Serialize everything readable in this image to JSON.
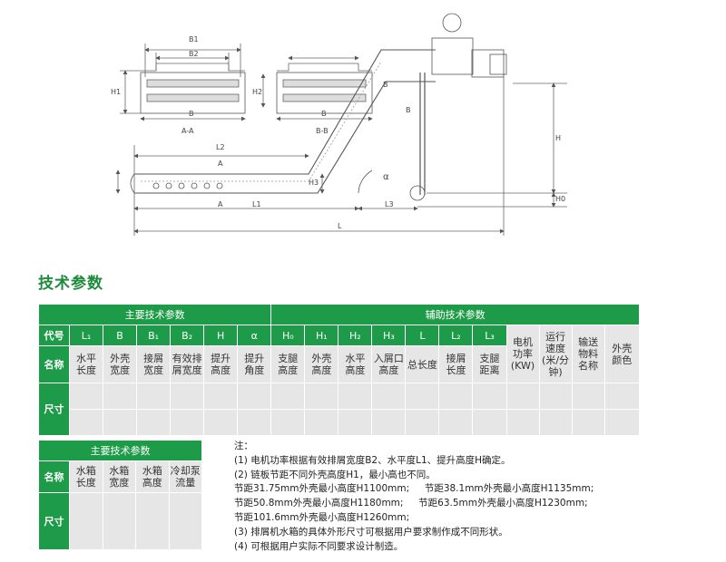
{
  "drawing": {
    "labels": {
      "b1": "B1",
      "b2": "B2",
      "h1": "H1",
      "h2": "H2",
      "b_aa": "B",
      "b_bb": "B",
      "aa": "A-A",
      "bb": "B-B",
      "l2": "L2",
      "a_top": "A",
      "a_bottom": "A",
      "h3": "H3",
      "l1": "L1",
      "l3": "L3",
      "l": "L",
      "h": "H",
      "h0": "H0",
      "alpha": "α",
      "b_cut1": "B",
      "b_cut2": "B"
    }
  },
  "title": "技术参数",
  "table1": {
    "group_main": "主要技术参数",
    "group_aux": "辅助技术参数",
    "row_code_label": "代号",
    "row_name_label": "名称",
    "row_size_label": "尺寸",
    "codes": [
      "L₁",
      "B",
      "B₁",
      "B₂",
      "H",
      "α",
      "H₀",
      "H₁",
      "H₂",
      "H₃",
      "L",
      "L₂",
      "L₃"
    ],
    "names": [
      "水平\n长度",
      "外壳\n宽度",
      "接屑\n宽度",
      "有效排\n屑宽度",
      "提升\n高度",
      "提升\n角度",
      "支腿\n高度",
      "外壳\n高度",
      "水平\n高度",
      "入屑口\n高度",
      "总长度",
      "接屑\n长度",
      "支腿\n距离"
    ],
    "extra": [
      "电机\n功率\n(KW)",
      "运行\n速度\n(米/分\n钟)",
      "输送\n物料\n名称",
      "外壳\n颜色"
    ]
  },
  "table2": {
    "group": "主要技术参数",
    "row_name_label": "名称",
    "row_size_label": "尺寸",
    "names": [
      "水箱\n长度",
      "水箱\n宽度",
      "水箱\n高度",
      "冷却泵\n流量"
    ]
  },
  "notes": {
    "title": "注：",
    "lines": [
      "(1) 电机功率根据有效排屑宽度B2、水平度L1、提升高度H确定。",
      "(2) 链板节距不同外壳高度H1，最小高也不同。",
      "节距31.75mm外壳最小高度H1100mm;     节距38.1mm外壳最小高度H1135mm;",
      "节距50.8mm外壳最小高度H1180mm;     节距63.5mm外壳最小高度H1230mm;",
      "节距101.6mm外壳最小高度H1260mm;",
      "(3) 排屑机水箱的具体外形尺寸可根据用户要求制作成不同形状。",
      "(4) 可根据用户实际不同要求设计制造。"
    ]
  },
  "colors": {
    "accent": "#1e9b48",
    "cell": "#e6e6e6",
    "title": "#1e8a3c"
  }
}
